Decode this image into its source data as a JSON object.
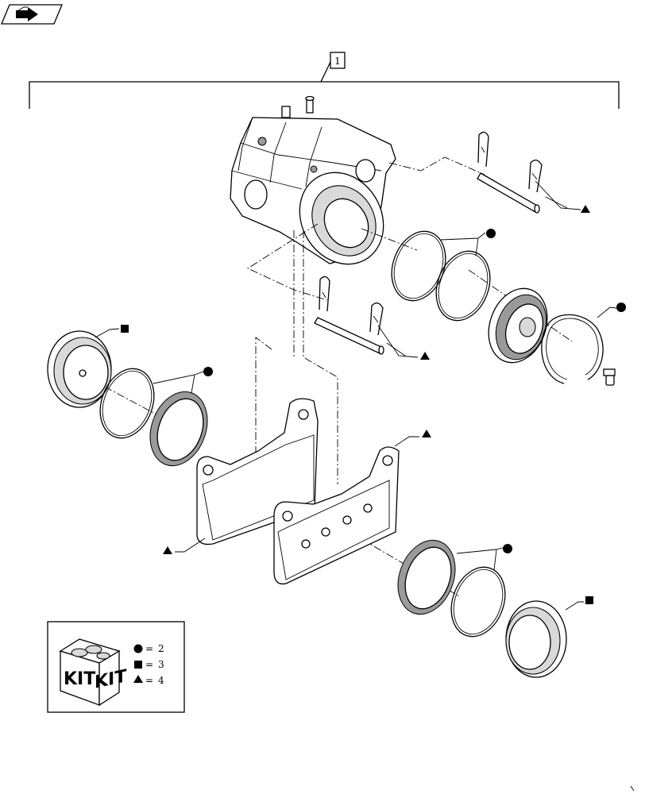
{
  "callout": {
    "item_number": "1"
  },
  "legend": {
    "kit_word_left": "KIT",
    "kit_word_right": "KIT",
    "rows": [
      {
        "symbol": "circle",
        "equals": "=",
        "value": "2"
      },
      {
        "symbol": "square",
        "equals": "=",
        "value": "3"
      },
      {
        "symbol": "triangle",
        "equals": "=",
        "value": "4"
      }
    ]
  },
  "icons": [
    "assembly-arrow-icon",
    "kit-box-icon"
  ]
}
